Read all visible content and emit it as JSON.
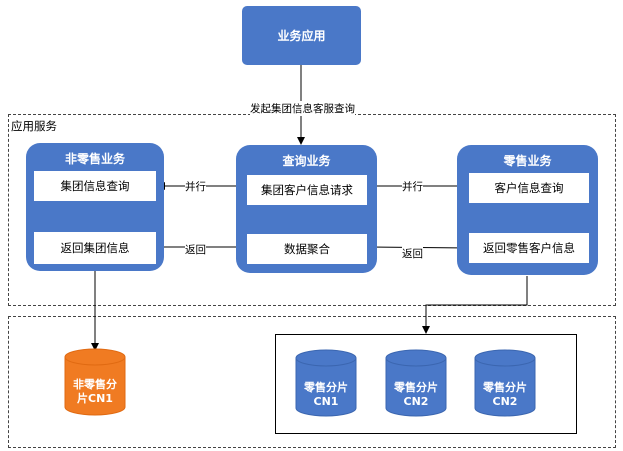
{
  "top": {
    "label": "业务应用"
  },
  "request_label": "发起集团信息客服查询",
  "region_app": {
    "title": "应用服务"
  },
  "non_retail": {
    "title": "非零售业务",
    "box1": "集团信息查询",
    "box2": "返回集团信息"
  },
  "query": {
    "title": "查询业务",
    "box1": "集团客户信息请求",
    "box2": "数据聚合"
  },
  "retail": {
    "title": "零售业务",
    "box1": "客户信息查询",
    "box2": "返回零售客户信息"
  },
  "edge_labels": {
    "parallel_left": "并行",
    "parallel_right": "并行",
    "return_left": "返回",
    "return_right": "返回"
  },
  "non_retail_shard": {
    "line1": "非零售分",
    "line2": "片CN1"
  },
  "retail_shards": [
    {
      "line1": "零售分片",
      "line2": "CN1"
    },
    {
      "line1": "零售分片",
      "line2": "CN2"
    },
    {
      "line1": "零售分片",
      "line2": "CN2"
    }
  ],
  "colors": {
    "service_blue": "#4a78c8",
    "shard_orange": "#f07b22",
    "line": "#000000"
  }
}
